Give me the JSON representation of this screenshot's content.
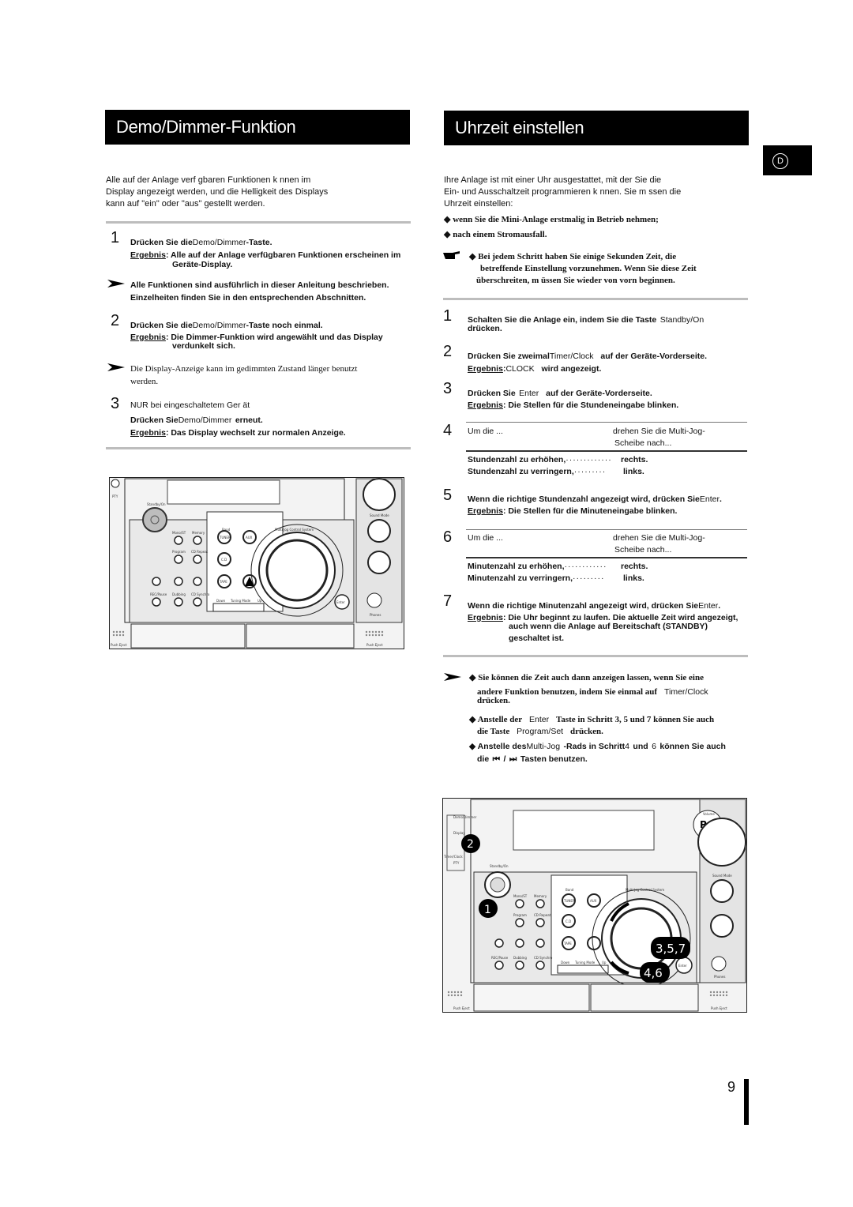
{
  "left": {
    "title": "Demo/Dimmer-Funktion",
    "intro": [
      "Alle auf der Anlage verf gbaren Funktionen k nnen im",
      "Display angezeigt werden, und die Helligkeit des Displays",
      "kann auf \"ein\" oder \"aus\" gestellt werden."
    ],
    "s1_num": "1",
    "s1_a": "Drücken Sie die",
    "s1_b": "Demo/Dimmer",
    "s1_c": "-Taste.",
    "s1_res_label": "Ergebnis",
    "s1_res_a": ": Alle auf der Anlage verfügbaren Funktionen erscheinen im",
    "s1_res_b": "Geräte-Display.",
    "note1_a": "Alle Funktionen sind ausführlich in dieser Anleitung beschrieben.",
    "note1_b": "Einzelheiten finden Sie in den entsprechenden Abschnitten.",
    "s2_num": "2",
    "s2_a": "Drücken Sie die",
    "s2_b": "Demo/Dimmer",
    "s2_c": "-Taste noch einmal.",
    "s2_res_label": "Ergebnis",
    "s2_res_a": ": Die Dimmer-Funktion wird angewählt und das Display",
    "s2_res_b": "verdunkelt sich.",
    "note2_a": "Die Display-Anzeige kann im gedimmten Zustand länger benutzt",
    "note2_b": "werden.",
    "s3_num": "3",
    "s3_a": "NUR bei eingeschaltetem Ger   ät",
    "s3_b1": "Drücken Sie",
    "s3_b2": "Demo/Dimmer",
    "s3_b3": "erneut.",
    "s3_res_label": "Ergebnis",
    "s3_res": ": Das Display wechselt zur normalen Anzeige."
  },
  "right": {
    "title": "Uhrzeit einstellen",
    "tab_letter": "D",
    "intro": [
      "Ihre Anlage ist mit einer Uhr ausgestattet, mit der Sie die",
      "Ein- und Ausschaltzeit programmieren k nnen. Sie m ssen die",
      "Uhrzeit einstellen:"
    ],
    "bullet1": "wenn Sie die Mini-Anlage erstmalig in Betrieb nehmen;",
    "bullet2": "nach einem Stromausfall.",
    "hint_a": "Bei jedem Schritt haben Sie einige Sekunden Zeit, die",
    "hint_b": "betreffende Einstellung vorzunehmen. Wenn Sie diese Zeit",
    "hint_c": "überschreiten, m üssen Sie wieder von vorn beginnen.",
    "s1_num": "1",
    "s1_a": "Schalten Sie die Anlage ein, indem Sie die Taste",
    "s1_b": "Standby/On",
    "s1_c": "drücken.",
    "s2_num": "2",
    "s2_a": "Drücken Sie zweimal",
    "s2_b": "Timer/Clock",
    "s2_c": "auf der Geräte-Vorderseite.",
    "s2_res_label": "Ergebnis",
    "s2_res_a": ":",
    "s2_res_b": "CLOCK",
    "s2_res_c": "wird angezeigt.",
    "s3_num": "3",
    "s3_a": "Drücken Sie",
    "s3_b": "Enter",
    "s3_c": "auf der Geräte-Vorderseite.",
    "s3_res_label": "Ergebnis",
    "s3_res": ": Die Stellen für die Stundeneingabe blinken.",
    "s4_num": "4",
    "s4_head_l": "Um die ...",
    "s4_head_r1": "drehen Sie die Multi-Jog-",
    "s4_head_r2": "Scheibe nach...",
    "s4_row1_l": "Stundenzahl zu erhöhen,",
    "s4_row1_r": "rechts.",
    "s4_row2_l": "Stundenzahl zu verringern,",
    "s4_row2_r": "links.",
    "s5_num": "5",
    "s5_a": "Wenn die richtige Stundenzahl angezeigt wird, drücken Sie",
    "s5_b": "Enter",
    "s5_res_label": "Ergebnis",
    "s5_res": ": Die Stellen für die Minuteneingabe blinken.",
    "s6_num": "6",
    "s6_head_l": "Um die ...",
    "s6_head_r1": "drehen Sie die Multi-Jog-",
    "s6_head_r2": "Scheibe nach...",
    "s6_row1_l": "Minutenzahl zu erhöhen,",
    "s6_row1_r": "rechts.",
    "s6_row2_l": "Minutenzahl zu verringern,",
    "s6_row2_r": "links.",
    "s7_num": "7",
    "s7_a": "Wenn die richtige Minutenzahl angezeigt wird, drücken Sie",
    "s7_b": "Enter",
    "s7_res_label": "Ergebnis",
    "s7_res_a": ": Die Uhr beginnt zu laufen. Die aktuelle Zeit wird angezeigt,",
    "s7_res_b": "auch wenn die Anlage auf Bereitschaft (STANDBY)",
    "s7_res_c": "geschaltet ist.",
    "n1_a": "Sie können die Zeit auch dann anzeigen lassen, wenn Sie eine",
    "n1_b": "andere Funktion benutzen, indem Sie einmal auf",
    "n1_c": "Timer/Clock",
    "n1_d": "drücken.",
    "n2_a": "Anstelle der",
    "n2_b": "Enter",
    "n2_c": "Taste in Schritt  3, 5  und 7  können Sie auch",
    "n2_d": "die Taste",
    "n2_e": "Program/Set",
    "n2_f": "drücken.",
    "n3_a": "Anstelle des",
    "n3_b": "Multi-Jog",
    "n3_c": "-Rads in Schritt",
    "n3_d": "4",
    "n3_e": "und",
    "n3_f": "6",
    "n3_g": "können Sie auch",
    "n3_h": "die",
    "n3_i": "/",
    "n3_j": "Tasten benutzen."
  },
  "device_labels": {
    "standby": "Standby/On",
    "ptt": "PTY",
    "band": "Band",
    "tuner": "TUNER",
    "aux": "AUX",
    "cd": "C.D",
    "tape": "TAPE",
    "mono": "Mono/ST",
    "memory": "Memory",
    "program": "Program",
    "cd_repeat": "CD Repeat",
    "rec_pause": "REC/Pause",
    "dubbing": "Dubbing",
    "cd_synchro": "CD Synchro",
    "down": "Down",
    "tuning_mode": "Tuning Mode",
    "up": "Up",
    "enter": "Enter",
    "phones": "Phones",
    "push_eject": "Push Eject",
    "multi_jog": "Multi Jog Control System",
    "sound_mode": "Sound Mode",
    "volume": "Volume",
    "demo": "Demo/Dimmer",
    "timer": "Timer/Clock",
    "display": "Display",
    "callout_1": "1",
    "callout_2": "2",
    "callout_357": "3,5,7",
    "callout_46": "4,6"
  },
  "page_number": "9"
}
